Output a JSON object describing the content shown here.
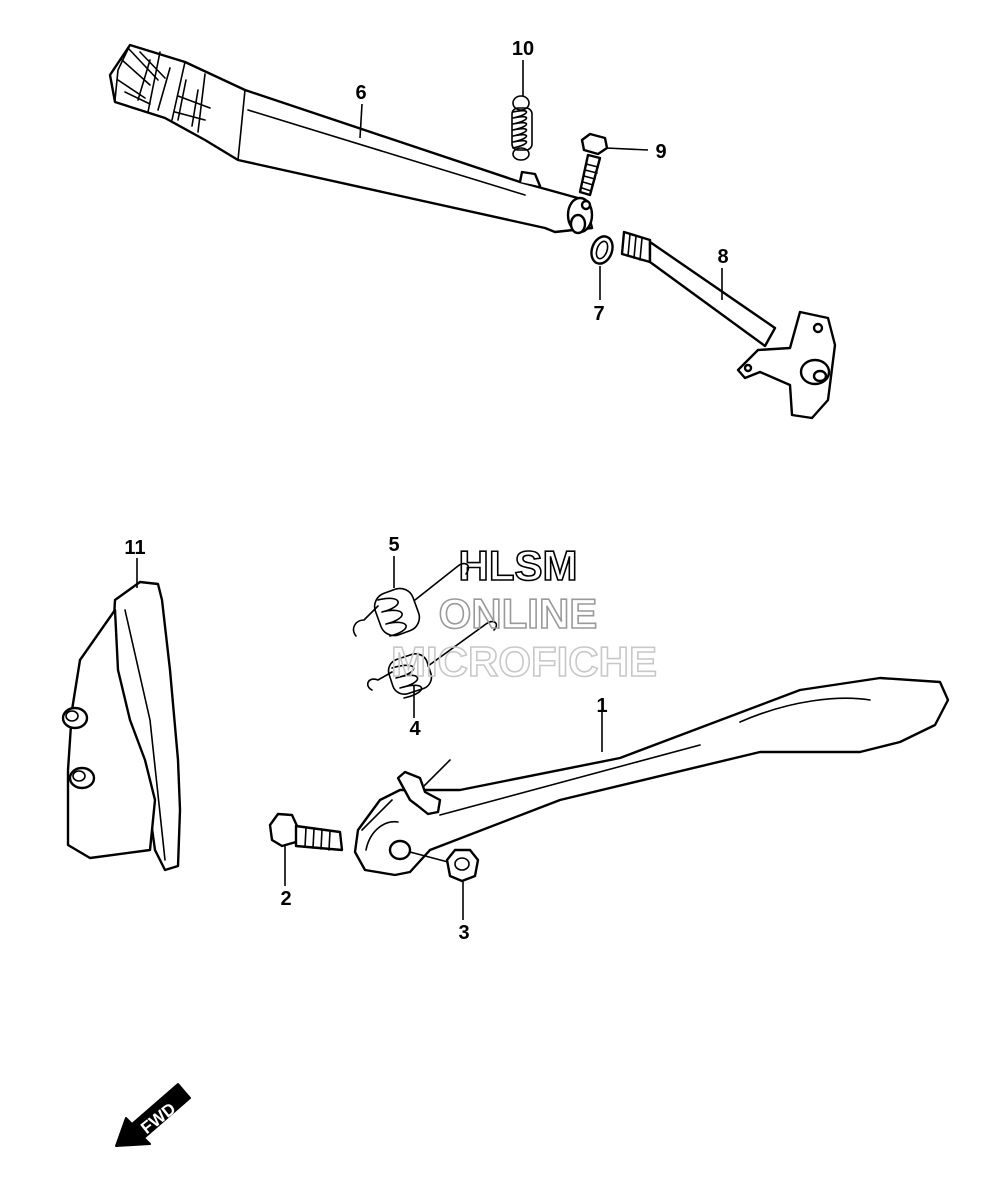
{
  "callouts": {
    "c1": "1",
    "c2": "2",
    "c3": "3",
    "c4": "4",
    "c5": "5",
    "c6": "6",
    "c7": "7",
    "c8": "8",
    "c9": "9",
    "c10": "10",
    "c11": "11"
  },
  "watermark": {
    "line1": "HLSM",
    "line2": "ONLINE",
    "line3": "MICROFICHE"
  },
  "fwd_arrow": {
    "label": "FWD"
  },
  "colors": {
    "line": "#000000",
    "background": "#ffffff",
    "watermark": "#9a9a9a"
  }
}
